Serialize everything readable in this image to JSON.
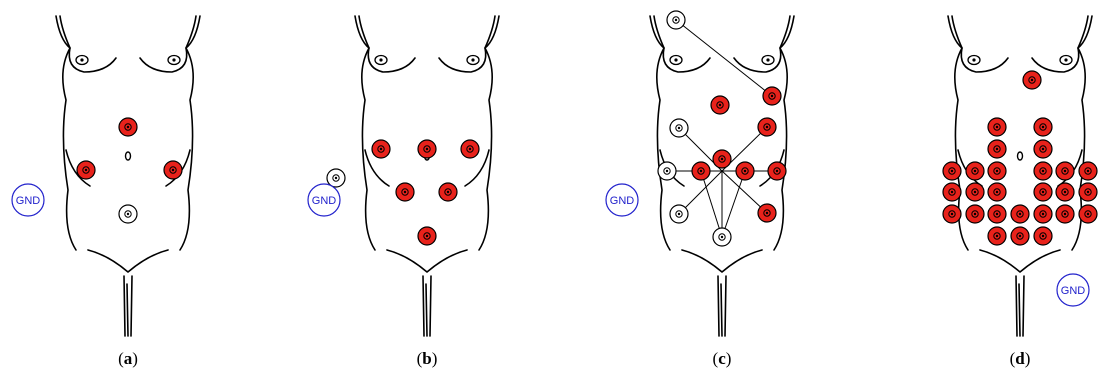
{
  "panels": [
    {
      "id": "a",
      "caption_open": "(",
      "caption_letter": "a",
      "caption_close": ")"
    },
    {
      "id": "b",
      "caption_open": "(",
      "caption_letter": "b",
      "caption_close": ")"
    },
    {
      "id": "c",
      "caption_open": "(",
      "caption_letter": "c",
      "caption_close": ")"
    },
    {
      "id": "d",
      "caption_open": "(",
      "caption_letter": "d",
      "caption_close": ")"
    }
  ],
  "ground_label": "GND",
  "colors": {
    "active_electrode": "#e8221b",
    "reference_electrode": "#ffffff",
    "ground": "#2222cc",
    "outline": "#000000"
  }
}
